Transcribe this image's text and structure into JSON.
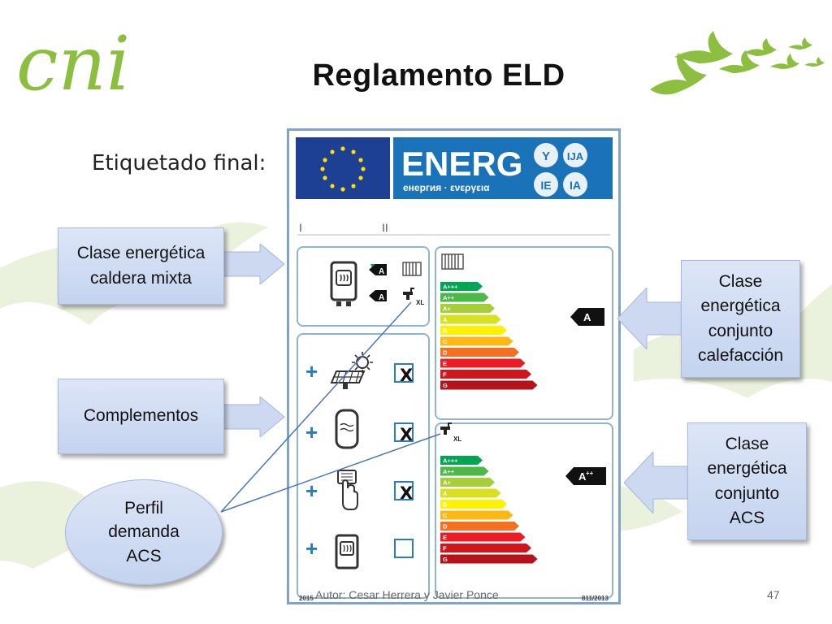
{
  "slide": {
    "logo_text": "cni",
    "title": "Reglamento ELD",
    "subtitle": "Etiquetado final:",
    "footer": "Autor: Cesar Herrera y Javier Ponce",
    "page_number": "47"
  },
  "callouts": {
    "boiler_class": "Clase energética caldera mixta",
    "complements": "Complementos",
    "profile_line1": "Perfil",
    "profile_line2": "demanda",
    "profile_line3": "ACS",
    "heating_line1": "Clase",
    "heating_line2": "energética",
    "heating_line3": "conjunto",
    "heating_line4": "calefacción",
    "dhw_line1": "Clase",
    "dhw_line2": "energética",
    "dhw_line3": "conjunto",
    "dhw_line4": "ACS"
  },
  "energy_label": {
    "header_word": "ENERG",
    "header_sub": "енергия · ενεργεια",
    "lang_badges": [
      "Y",
      "IJA",
      "IE",
      "IA"
    ],
    "row_marks": [
      "I",
      "II"
    ],
    "boiler_heating_class": "A",
    "boiler_dhw_class": "A",
    "tap_profile": "XL",
    "tap_profile_2": "XL",
    "heating_package_class": "A",
    "dhw_package_class": "A",
    "dhw_package_sup": "++",
    "check_marks": [
      "X",
      "X",
      "X",
      ""
    ],
    "scale_classes": [
      "A+++",
      "A++",
      "A+",
      "A",
      "B",
      "C",
      "D",
      "E",
      "F",
      "G"
    ],
    "scale_colors": [
      "#00a651",
      "#4cb848",
      "#a6ce39",
      "#d7e021",
      "#fff200",
      "#fdb913",
      "#f37021",
      "#ed1c24",
      "#d0161b",
      "#b5121b"
    ],
    "footer_left": "2015",
    "footer_right": "811/2013"
  }
}
